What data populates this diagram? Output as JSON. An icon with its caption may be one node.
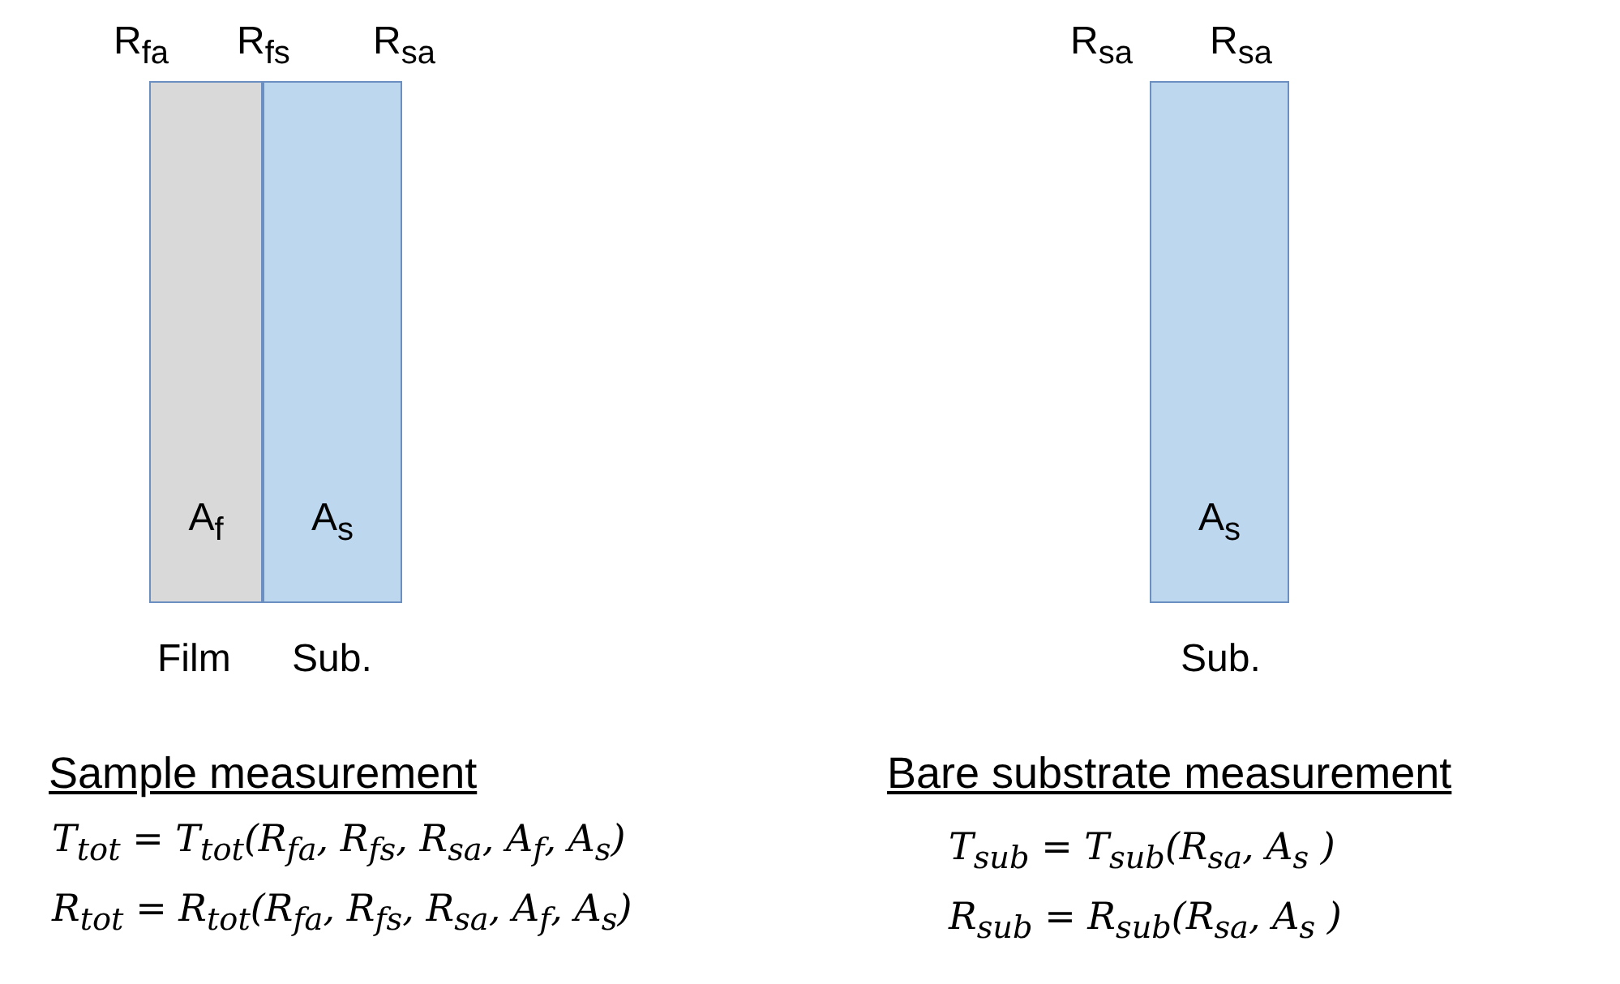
{
  "diagram": {
    "nodes": [
      {
        "text": [
          "A$_{f}$"
        ],
        "beside": [
          "Film"
        ]
      },
      {
        "text": [
          "A$_{s}$"
        ],
        "beside": [
          "Sub."
        ]
      },
      {
        "text": [
          "A$_{s}$"
        ],
        "beside": [
          "Sub."
        ]
      }
    ],
    "labels": [
      "R$_{fa}$",
      "R$_{fs}$",
      "R$_{sa}$",
      "R$_{sa}$",
      "R$_{sa}$",
      "Sample measurement",
      "Bare substrate measurement",
      "T$_{tot}$ = T$_{tot}$(R$_{fa}$, R$_{fs}$, R$_{sa}$, A$_{f}$, A$_{s}$)",
      "R$_{tot}$ = R$_{tot}$(R$_{fa}$, R$_{fs}$, R$_{sa}$, A$_{f}$, A$_{s}$)",
      "T$_{sub}$ = T$_{sub}$(R$_{sa}$, A$_{s}$ )",
      "R$_{sub}$ = R$_{sub}$(R$_{sa}$, A$_{s}$ )"
    ]
  }
}
